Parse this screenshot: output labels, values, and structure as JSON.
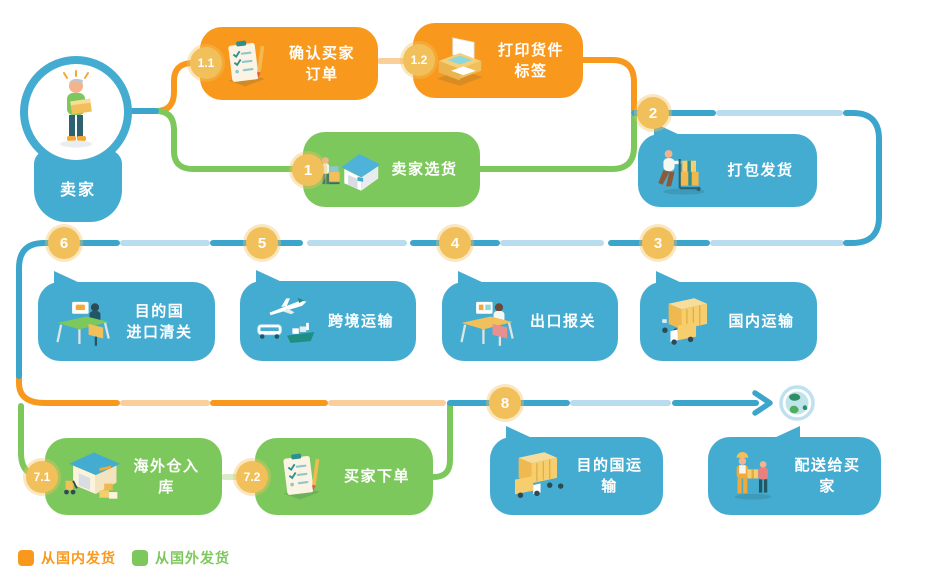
{
  "palette": {
    "blue_box": "#45ACD1",
    "blue_line": "#3CA5CB",
    "light_blue_line": "#B9DCEE",
    "orange": "#F8991D",
    "light_orange_line": "#FACF9C",
    "green": "#7DC85C",
    "light_green_line": "#D9ECC5",
    "badge_gold": "#F2C05A"
  },
  "seller": {
    "label": "卖家"
  },
  "badges": {
    "b11": "1.1",
    "b12": "1.2",
    "b1": "1",
    "b2": "2",
    "b3": "3",
    "b4": "4",
    "b5": "5",
    "b6": "6",
    "b71": "7.1",
    "b72": "7.2",
    "b8": "8"
  },
  "nodes": {
    "confirm_order": {
      "label": "确认买家订单",
      "icon": "checklist-icon"
    },
    "print_label": {
      "label": "打印货件标签",
      "icon": "printer-icon"
    },
    "select_goods": {
      "label": "卖家选货",
      "icon": "house-icon"
    },
    "pack_ship": {
      "label": "打包发货",
      "icon": "trolley-icon"
    },
    "domestic_transport": {
      "label": "国内运输",
      "icon": "truck-icon"
    },
    "export_customs": {
      "label": "出口报关",
      "icon": "desk-icon"
    },
    "crossborder_transport": {
      "label": "跨境运输",
      "icon": "plane-ship-icon"
    },
    "import_customs": {
      "label": "目的国\n进口清关",
      "icon": "desk-icon"
    },
    "overseas_warehouse": {
      "label": "海外仓入库",
      "icon": "warehouse-icon"
    },
    "buyer_order": {
      "label": "买家下单",
      "icon": "checklist-icon"
    },
    "destination_transport": {
      "label": "目的国运输",
      "icon": "truck-icon"
    },
    "deliver_buyer": {
      "label": "配送给买家",
      "icon": "handoff-icon"
    }
  },
  "legend": [
    {
      "label": "从国内发货",
      "color": "#F8991D"
    },
    {
      "label": "从国外发货",
      "color": "#7DC85C"
    }
  ]
}
